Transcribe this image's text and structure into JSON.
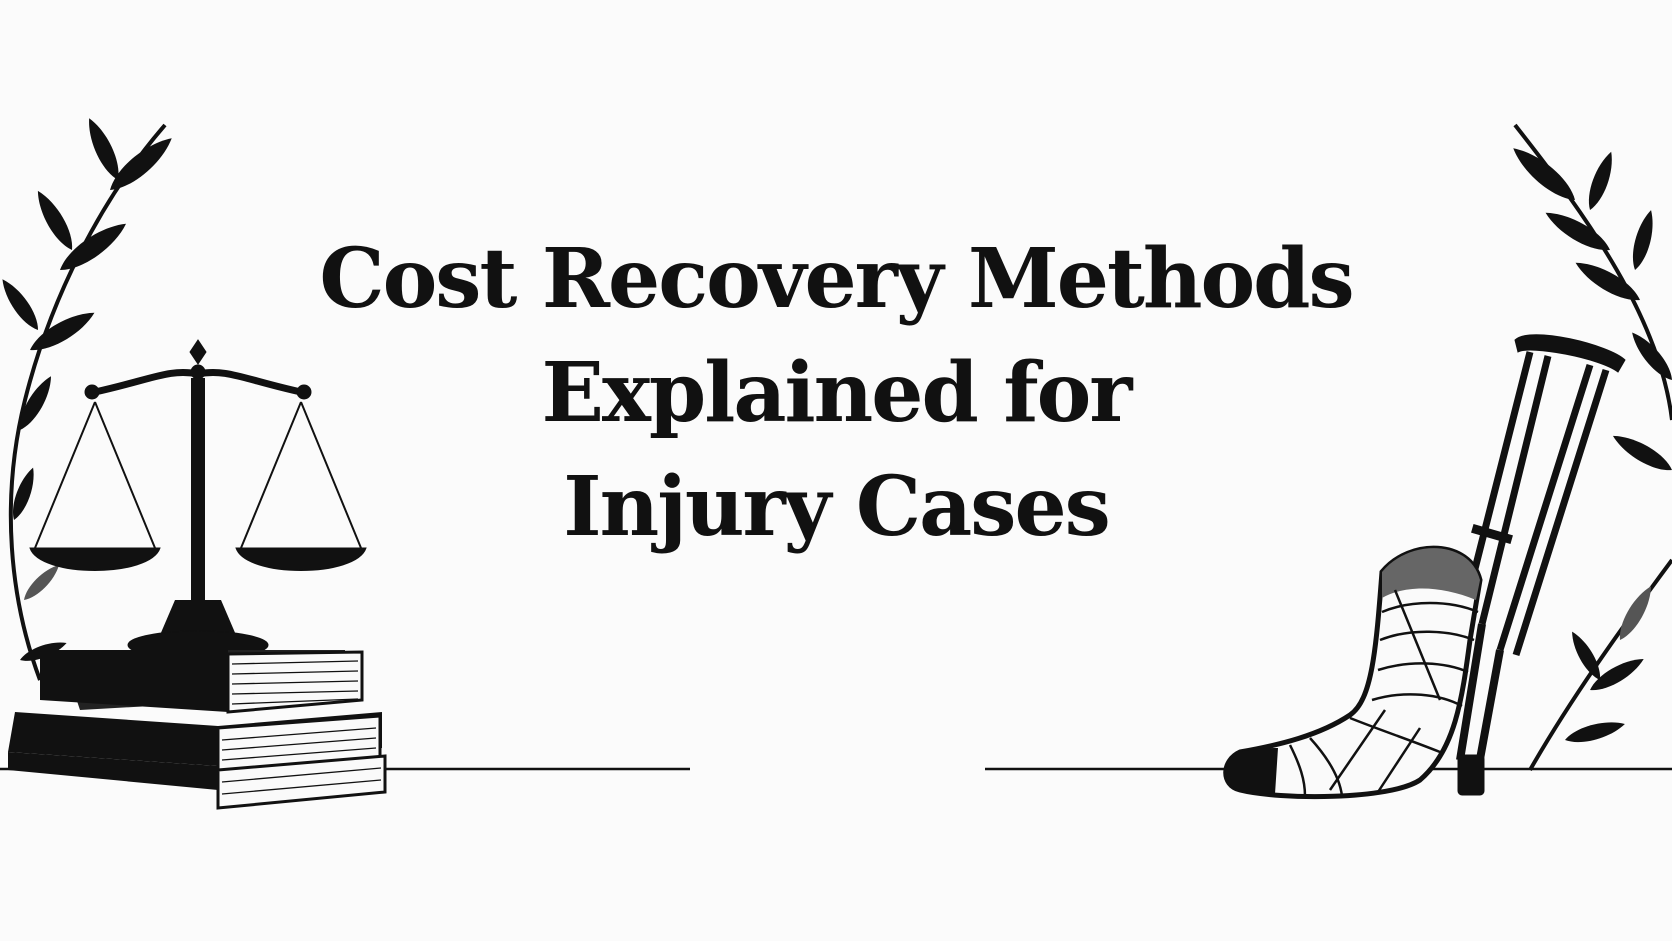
{
  "title": {
    "line1": "Cost Recovery Methods",
    "line2": "Explained for",
    "line3": "Injury Cases"
  },
  "colors": {
    "ink": "#111111",
    "background": "#fbfbfb",
    "shade": "#555555"
  },
  "illustrations": [
    "laurel-branch-left",
    "scales-of-justice",
    "law-books",
    "crutch",
    "bandaged-foot",
    "laurel-branch-right"
  ]
}
